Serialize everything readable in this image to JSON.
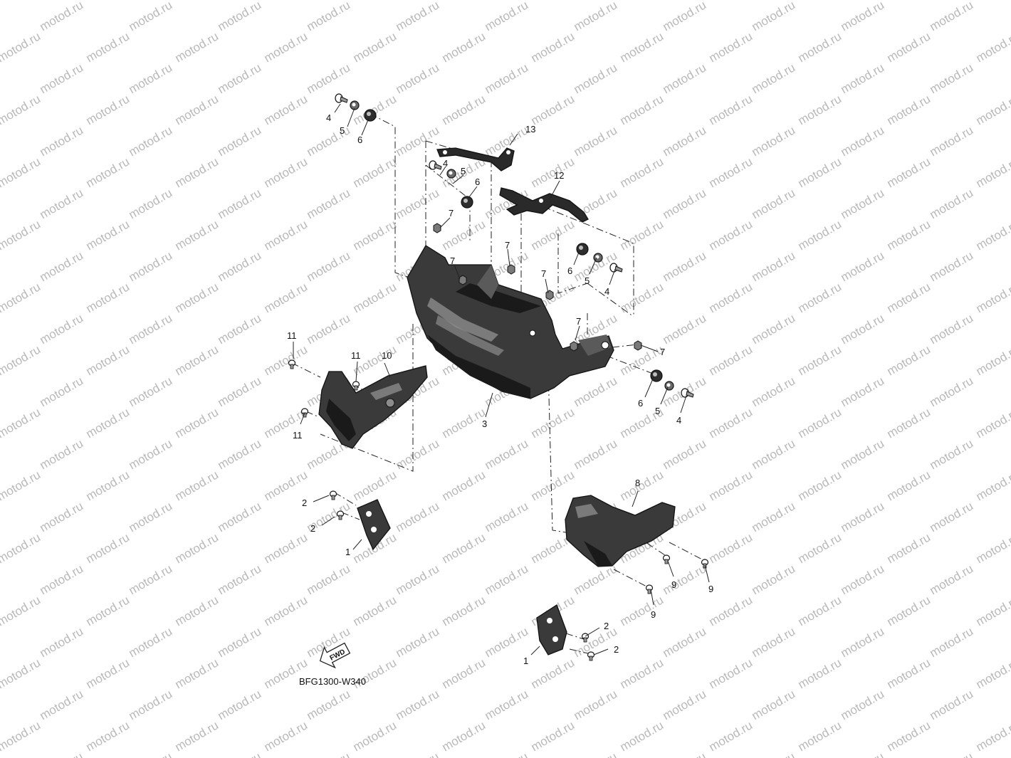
{
  "watermark": "motod.ru",
  "diagram_code": "BFG1300-W340",
  "fwd_label": "FWD",
  "callouts": {
    "c13": "13",
    "c12": "12",
    "c11a": "11",
    "c11b": "11",
    "c11c": "11",
    "c10": "10",
    "c9a": "9",
    "c9b": "9",
    "c9c": "9",
    "c8": "8",
    "c7a": "7",
    "c7b": "7",
    "c7c": "7",
    "c7d": "7",
    "c7e": "7",
    "c7f": "7",
    "c6a": "6",
    "c6b": "6",
    "c6c": "6",
    "c6d": "6",
    "c5a": "5",
    "c5b": "5",
    "c5c": "5",
    "c5d": "5",
    "c4a": "4",
    "c4b": "4",
    "c4c": "4",
    "c4d": "4",
    "c3": "3",
    "c2a": "2",
    "c2b": "2",
    "c2c": "2",
    "c2d": "2",
    "c1a": "1",
    "c1b": "1"
  },
  "colors": {
    "part_fill": "#3a3a3a",
    "part_dark": "#1a1a1a",
    "part_light": "#8c8c8c",
    "watermark": "#b9b9b9"
  }
}
